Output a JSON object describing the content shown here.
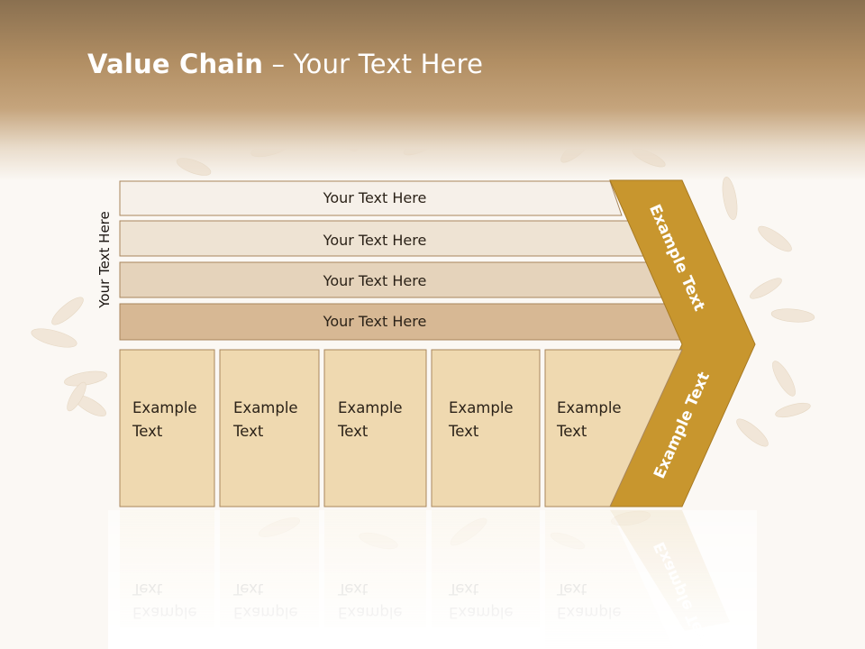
{
  "slide": {
    "title_bold": "Value Chain",
    "title_rest": " – Your Text Here"
  },
  "side_label": "Your Text Here",
  "bands": [
    {
      "label": "Your Text Here",
      "fill": "#f6f0e9"
    },
    {
      "label": "Your Text Here",
      "fill": "#eee3d3"
    },
    {
      "label": "Your Text Here",
      "fill": "#e5d3bb"
    },
    {
      "label": "Your Text Here",
      "fill": "#d7b894"
    }
  ],
  "cells": [
    {
      "line1": "Example",
      "line2": "Text"
    },
    {
      "line1": "Example",
      "line2": "Text"
    },
    {
      "line1": "Example",
      "line2": "Text"
    },
    {
      "line1": "Example",
      "line2": "Text"
    },
    {
      "line1": "Example",
      "line2": "Text"
    }
  ],
  "arrow": {
    "upper_label": "Example Text",
    "lower_label": "Example Text",
    "color": "#c8962e"
  },
  "colors": {
    "cell_fill": "#efd9b0",
    "cell_stroke": "#a8865c",
    "header_top": "#8a7050"
  }
}
